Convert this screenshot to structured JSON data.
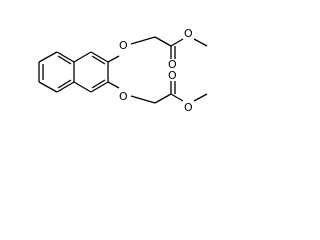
{
  "molecule": {
    "atoms": {
      "o_ether_top": "O",
      "o_carbonyl_top": "O",
      "o_ester_top": "O",
      "o_ether_bottom": "O",
      "o_carbonyl_bottom": "O",
      "o_ester_bottom": "O"
    },
    "colors": {
      "bond": "#000000",
      "label": "#000000",
      "background": "#ffffff"
    }
  }
}
